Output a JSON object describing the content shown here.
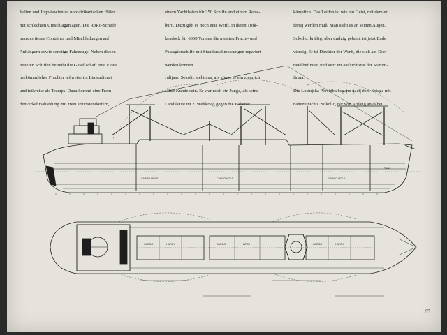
{
  "text_columns": [
    {
      "lines": [
        "Italien und Jugoslawien zu nordafrikanischen Häfen",
        "mit schlechten Umschlaganlagen. Die RoRo-Schiffe",
        "transportieren Container und Mischladungen auf",
        "Anhängern sowie sonstige Fahrzeuge. Neben diesen",
        "neueren Schiffen betreibt die Gesellschaft eine Flotte",
        "herkömmlicher Frachter teilweise im Liniendienst",
        "und teilweise als Tramps. Dazu kommt eine Frem-",
        "denverkehrsabteilung mit zwei Touristendörfern,"
      ]
    },
    {
      "lines": [
        "einem Yachthafen für 250 Schiffe und einem Reise-",
        "büro. Dazu gibt es noch eine Werft, in deren Trok-",
        "kendock für 6000 Tonnen die meisten Fracht- und",
        "Passagierschiffe mit Standardabmessungen repariert",
        "werden können.",
        "Julijano Sokolic sieht aus, als könne er ein ziemlich",
        "zäher Kunde sein. Er war noch ein Junge, als seine",
        "Landsleute im 2. Weltkrieg gegen die Italiener"
      ]
    },
    {
      "lines": [
        "kämpften. Das Leiden ist wie ein Geist, mit dem er",
        "fertig werden muß. Man sieht es an seinen Augen.",
        "Sokolic, kräftig, aber drahtig gebaut, ist jetzt Ende",
        "vierzig. Er ist Direktor der Werft, die sich am Dorf-",
        "rand befindet, und sitzt im Aufsichtsrat der Stamm-",
        "firma.",
        "Die Losinjska Plovidba begann nach dem Kriege mit",
        "nahezu nichts. Sokolic, der von Anfang an dabei"
      ]
    }
  ],
  "page_number": "65",
  "drawing_labels": {
    "hold1": "CARGO HOLD",
    "hold2": "CARGO HOLD",
    "hold3": "CARGO HOLD",
    "tank": "TANK",
    "hatch1": "HATCH",
    "hatch2": "HATCH",
    "hatch3": "HATCH",
    "cargo1": "CARGO",
    "cargo2": "CARGO",
    "cargo3": "CARGO"
  }
}
